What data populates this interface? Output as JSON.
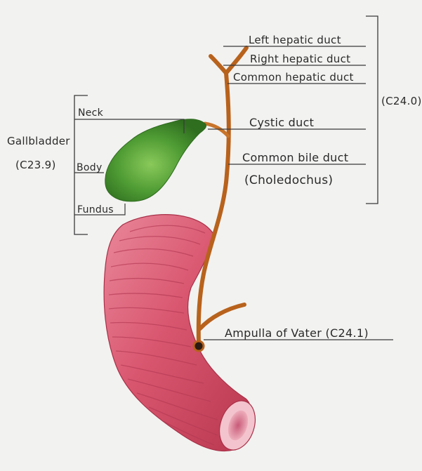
{
  "labels": {
    "left_hepatic_duct": "Left hepatic duct",
    "right_hepatic_duct": "Right hepatic duct",
    "common_hepatic_duct": "Common hepatic duct",
    "cystic_duct": "Cystic duct",
    "common_bile_duct": "Common bile duct",
    "choledochus": "(Choledochus)",
    "ampulla_of_vater": "Ampulla of Vater (C24.1)",
    "c24_0": "(C24.0)",
    "gallbladder": "Gallbladder",
    "c23_9": "(C23.9)",
    "neck": "Neck",
    "body": "Body",
    "fundus": "Fundus"
  },
  "colors": {
    "background": "#f2f2f0",
    "duct": "#b8621c",
    "gallbladder": "#4e9a32",
    "duodenum": "#d8566e",
    "ink": "#2a2a2a"
  }
}
